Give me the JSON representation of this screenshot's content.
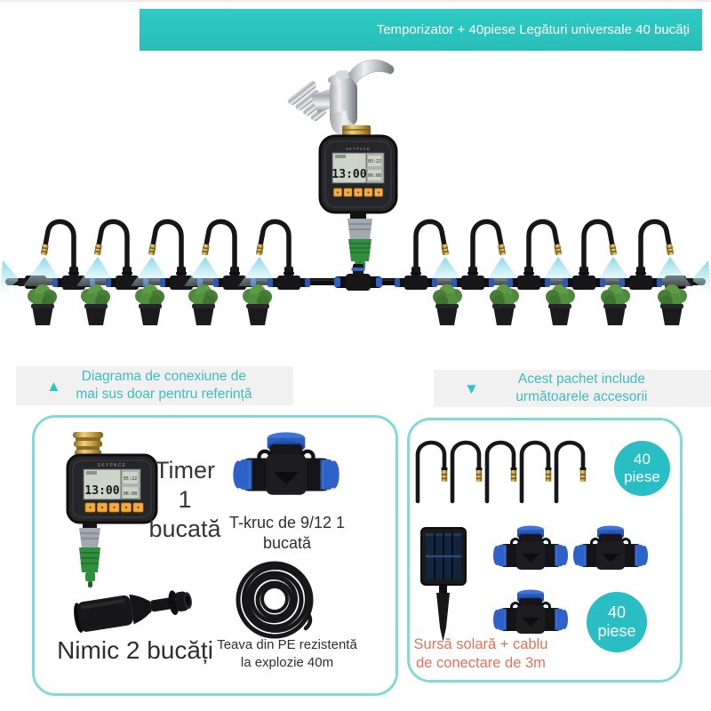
{
  "banner": {
    "text": "Temporizator + 40piese Legături universale 40 bucăți"
  },
  "notes": {
    "left_line1": "Diagrama de conexiune de",
    "left_line2": "mai sus doar pentru referință",
    "right_line1": "Acest pachet include",
    "right_line2": "următoarele accesorii"
  },
  "icons": {
    "up_triangle": "▲",
    "down_triangle": "▼"
  },
  "timer_lcd": {
    "brand": "SKYPACE",
    "time": "13:00",
    "small_top": "05:22",
    "small_bottom": "06:08"
  },
  "left_panel": {
    "timer_line1": "Timer",
    "timer_line2": "1",
    "timer_line3": "bucată",
    "tee_line1": "T-kruc de 9/12 1",
    "tee_line2": "bucată",
    "plug_label": "Nimic 2 bucăți",
    "hose_line1": "Teava din PE rezistentă",
    "hose_line2": "la explozie 40m"
  },
  "right_panel": {
    "badge_top_count": "40",
    "badge_top_unit": "piese",
    "badge_bottom_count": "40",
    "badge_bottom_unit": "piese",
    "solar_line1": "Sursă solară + cablu",
    "solar_line2": "de conectare de 3m"
  },
  "colors": {
    "banner_teal": "#2bc8c1",
    "note_text_teal": "#3cbcbe",
    "panel_border_teal": "#82d9d9",
    "badge_teal": "#29bec3",
    "solar_text_orange": "#e7705a",
    "connector_blue": "#2f62c8",
    "button_amber": "#f2a83e",
    "spray_blue": "#9adfe8"
  }
}
